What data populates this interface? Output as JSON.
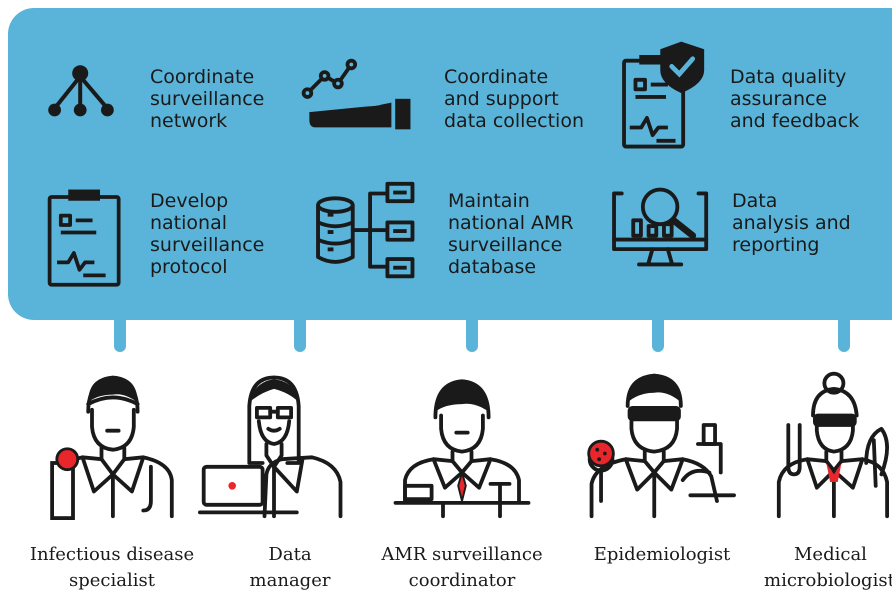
{
  "tasks": [
    {
      "label": "Coordinate\nsurveillance\nnetwork",
      "icon": "network-icon"
    },
    {
      "label": "Coordinate\nand support\ndata collection",
      "icon": "hand-data-collection-icon"
    },
    {
      "label": "Data quality\nassurance\nand feedback",
      "icon": "clipboard-check-icon"
    },
    {
      "label": "Develop\nnational\nsurveillance\nprotocol",
      "icon": "clipboard-protocol-icon"
    },
    {
      "label": "Maintain\nnational AMR\nsurveillance\ndatabase",
      "icon": "database-icon"
    },
    {
      "label": "Data\nanalysis and\nreporting",
      "icon": "monitor-analysis-icon"
    }
  ],
  "roles": [
    {
      "label": "Infectious disease\nspecialist",
      "icon": "doctor-stethoscope-icon"
    },
    {
      "label": "Data\nmanager",
      "icon": "data-manager-laptop-icon"
    },
    {
      "label": "AMR surveillance\ncoordinator",
      "icon": "coordinator-desk-icon"
    },
    {
      "label": "Epidemiologist",
      "icon": "epidemiologist-microscope-icon"
    },
    {
      "label": "Medical\nmicrobiologist",
      "icon": "microbiologist-test-tube-icon"
    }
  ],
  "colors": {
    "panel": "#5ab4d9",
    "ink": "#1a1a1a",
    "accent": "#e8262c"
  }
}
